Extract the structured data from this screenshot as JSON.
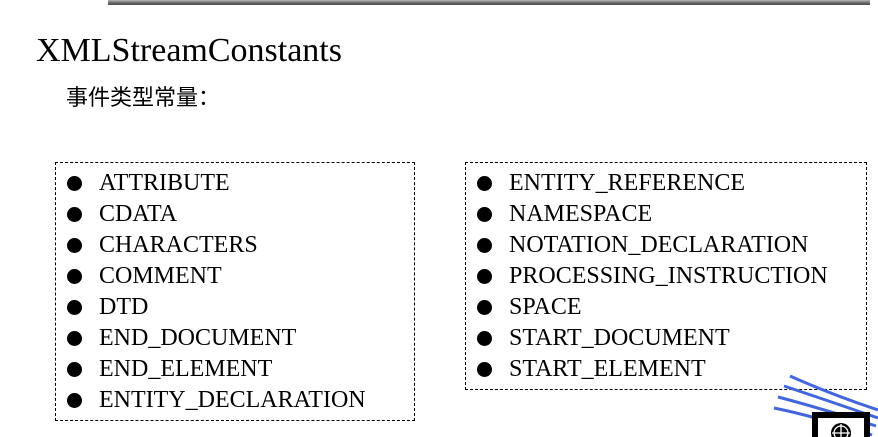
{
  "slide": {
    "title": "XMLStreamConstants",
    "subtitle": "事件类型常量："
  },
  "constants_left": [
    "ATTRIBUTE",
    "CDATA",
    "CHARACTERS",
    "COMMENT",
    "DTD",
    "END_DOCUMENT",
    "END_ELEMENT",
    "ENTITY_DECLARATION"
  ],
  "constants_right": [
    "ENTITY_REFERENCE",
    "NAMESPACE",
    "NOTATION_DECLARATION",
    "PROCESSING_INSTRUCTION",
    "SPACE",
    "START_DOCUMENT",
    "START_ELEMENT"
  ],
  "colors": {
    "text": "#000000",
    "background": "#ffffff",
    "logo_accent": "#4466dd"
  },
  "icons": {
    "bullet": "filled-circle-bullet-icon",
    "logo": "corner-logo-icon"
  }
}
